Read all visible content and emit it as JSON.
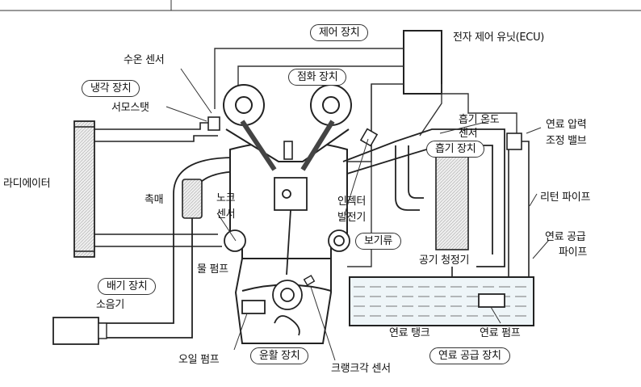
{
  "labels": {
    "control": "제어 장치",
    "ecu": "전자 제어 유닛(ECU)",
    "water_temp_sensor": "수온 센서",
    "cooling": "냉각 장치",
    "thermostat": "서모스탯",
    "ignition": "점화 장치",
    "intake_temp_sensor_1": "흡기 온도",
    "intake_temp_sensor_2": "센서",
    "fuel_pressure_1": "연료 압력",
    "fuel_pressure_2": "조정 밸브",
    "intake": "흡기 장치",
    "radiator": "라디에이터",
    "catalyst": "촉매",
    "knock_1": "노크",
    "knock_2": "센서",
    "injector": "인젝터",
    "alternator": "발전기",
    "return_pipe": "리턴 파이프",
    "aux": "보기류",
    "fuel_supply_pipe_1": "연료 공급",
    "fuel_supply_pipe_2": "파이프",
    "water_pump": "물 펌프",
    "air_cleaner": "공기 청정기",
    "exhaust": "배기 장치",
    "muffler": "소음기",
    "fuel_tank": "연료 탱크",
    "fuel_pump": "연료 펌프",
    "oil_pump": "오일 펌프",
    "lubrication": "윤활 장치",
    "crank_sensor": "크랭크각 센서",
    "fuel_supply_system": "연료 공급 장치"
  },
  "icons": [
    "engine-block",
    "radiator",
    "catalyst",
    "muffler",
    "fuel-tank",
    "ecu-box",
    "air-cleaner",
    "cam-pulley"
  ]
}
